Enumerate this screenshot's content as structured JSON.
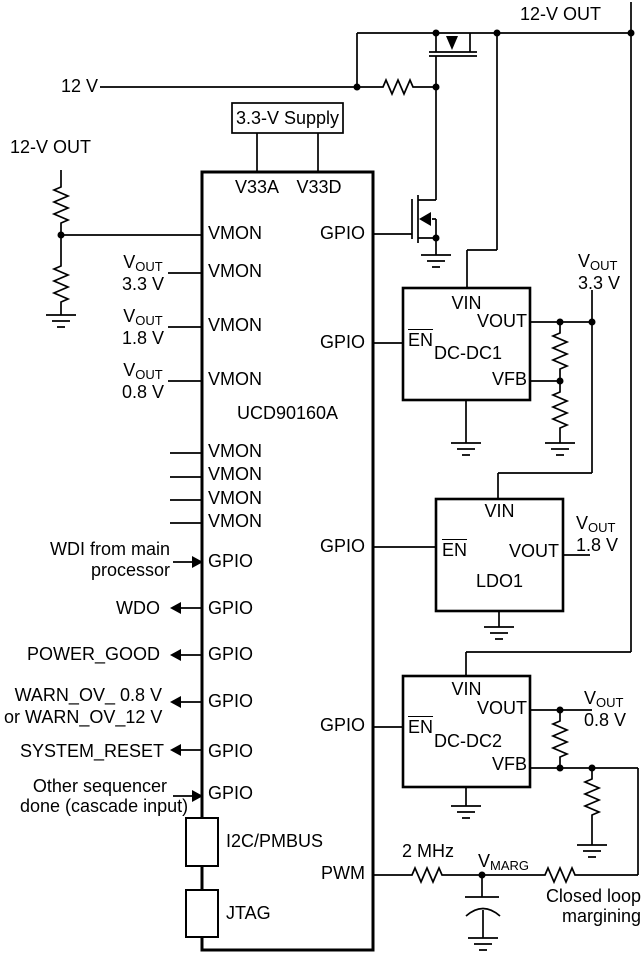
{
  "colors": {
    "wire": "#000000",
    "background": "#ffffff"
  },
  "power": {
    "rail_top": "12-V OUT",
    "rail_left": "12-V OUT",
    "input_12v": "12 V",
    "supply": "3.3-V Supply"
  },
  "ic": {
    "name": "UCD90160A",
    "v33a": "V33A",
    "v33d": "V33D",
    "vmon": "VMON",
    "gpio": "GPIO",
    "pwm": "PWM",
    "i2c": "I2C/PMBUS",
    "jtag": "JTAG"
  },
  "inputs": {
    "v": "V",
    "sub": "OUT",
    "v33": "3.3 V",
    "v18": "1.8 V",
    "v08": "0.8 V"
  },
  "signals": {
    "wdi1": "WDI from main",
    "wdi2": "processor",
    "wdo": "WDO",
    "pg": "POWER_GOOD",
    "warn1": "WARN_OV_ 0.8 V",
    "warn2": "or WARN_OV_12 V",
    "sysrst": "SYSTEM_RESET",
    "casc1": "Other sequencer",
    "casc2": "done (cascade input)"
  },
  "blocks": {
    "dcdc1": {
      "name": "DC-DC1",
      "vin": "VIN",
      "vout": "VOUT",
      "en": "EN",
      "vfb": "VFB"
    },
    "ldo1": {
      "name": "LDO1",
      "vin": "VIN",
      "vout": "VOUT",
      "en": "EN"
    },
    "dcdc2": {
      "name": "DC-DC2",
      "vin": "VIN",
      "vout": "VOUT",
      "en": "EN",
      "vfb": "VFB"
    }
  },
  "rails": {
    "v33": {
      "p": "V",
      "s": "OUT",
      "val": "3.3 V"
    },
    "v18": {
      "p": "V",
      "s": "OUT",
      "val": "1.8 V"
    },
    "v08": {
      "p": "V",
      "s": "OUT",
      "val": "0.8 V"
    }
  },
  "marg": {
    "freq": "2 MHz",
    "vp": "V",
    "vs": "MARG",
    "cl1": "Closed loop",
    "cl2": "margining"
  }
}
